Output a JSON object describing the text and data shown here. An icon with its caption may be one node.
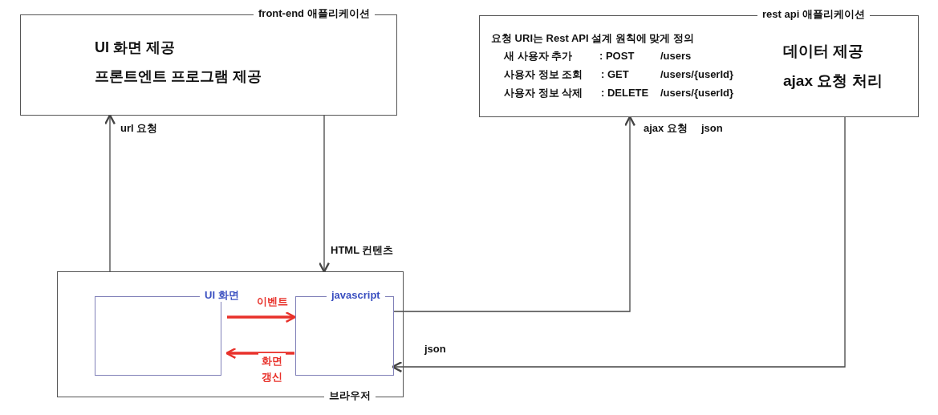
{
  "diagram": {
    "nodes": [
      {
        "text": [
          "front-end 애플리케이션",
          "UI 화면 제공",
          "프론트엔트 프로그램 제공"
        ]
      },
      {
        "text": [
          "rest api 애플리케이션",
          "요청 URI는 Rest API 설계 원칙에 맞게 정의",
          "새 사용자 추가",
          ": POST",
          "/users",
          "사용자 정보 조회",
          ": GET",
          "/users/{userId}",
          "사용자 정보 삭제",
          ": DELETE",
          "/users/{userId}",
          "데이터 제공",
          "ajax 요청 처리"
        ],
        "beside": [
          "json"
        ]
      },
      {
        "text": [
          "브라우저"
        ]
      },
      {
        "text": [
          "UI 화면"
        ],
        "in": 2
      },
      {
        "text": [
          "javascript"
        ],
        "in": 2
      }
    ],
    "edges": [
      {
        "from": 2,
        "to": 0,
        "arrow": "to",
        "label": "url 요청"
      },
      {
        "from": 0,
        "to": 2,
        "arrow": "to",
        "label": "HTML 컨텐츠"
      },
      {
        "from": 4,
        "to": 1,
        "arrow": "to",
        "label": "ajax 요청"
      },
      {
        "from": 1,
        "to": 4,
        "arrow": "to",
        "label": "json"
      },
      {
        "from": 3,
        "to": 4,
        "arrow": "to",
        "label": "이벤트",
        "style": "thick",
        "color": "#e8312a"
      },
      {
        "from": 4,
        "to": 3,
        "arrow": "to",
        "label": "화면 갱신",
        "style": "thick",
        "color": "#e8312a"
      }
    ]
  }
}
